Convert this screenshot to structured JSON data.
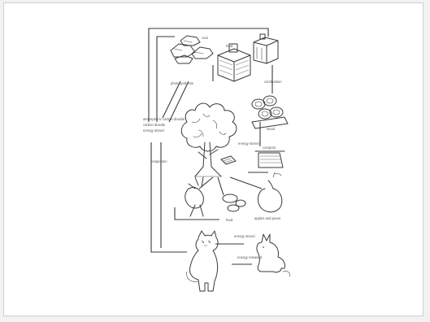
{
  "diagram": {
    "labels": {
      "coal": "coal",
      "food_stores": "food",
      "photosynthesis": "photosynthesis",
      "combustion": "combustion",
      "atmosphere": "atmospheric carbon dioxide",
      "carbon_dioxide": "carbon dioxide",
      "energy_stored": "energy stored",
      "respiration": "respiration",
      "wood": "wood",
      "energy_stored_plant": "energy stored",
      "compost": "compost",
      "fruits": "apples and pears",
      "food_web": "food",
      "energy_stored_animal": "energy stored",
      "energy_released": "energy released"
    }
  },
  "colors": {
    "ink": "#3a3a3a",
    "frame_border": "#cfcfcf",
    "background": "#f2f2f2"
  }
}
